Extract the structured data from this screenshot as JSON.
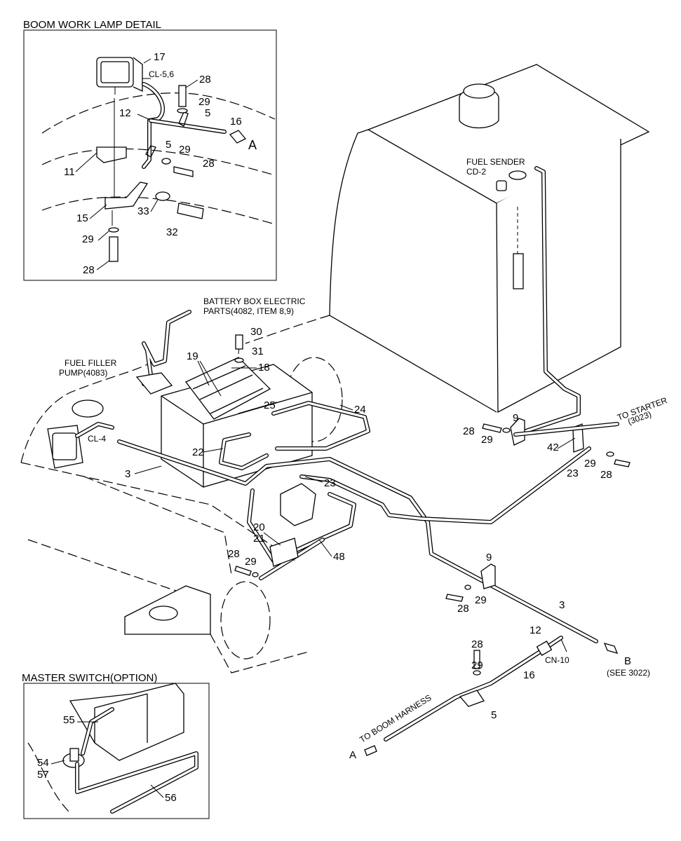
{
  "titles": {
    "boom_lamp": "BOOM WORK LAMP DETAIL",
    "master_switch": "MASTER SWITCH(OPTION)"
  },
  "notes": {
    "fuel_sender": "FUEL SENDER",
    "cd2": "CD-2",
    "battery_box_1": "BATTERY BOX ELECTRIC",
    "battery_box_2": "PARTS(4082, ITEM 8,9)",
    "fuel_filler_1": "FUEL FILLER",
    "fuel_filler_2": "PUMP(4083)",
    "cl4": "CL-4",
    "cl56": "CL-5,6",
    "to_starter_1": "TO STARTER",
    "to_starter_2": "(3023)",
    "cn10": "CN-10",
    "b": "B",
    "see_3022": "(SEE 3022)",
    "to_boom": "TO BOOM HARNESS",
    "a": "A"
  },
  "callouts": {
    "d17": "17",
    "d28a": "28",
    "d29a": "29",
    "d5a": "5",
    "d12": "12",
    "d16": "16",
    "d11": "11",
    "d5b": "5",
    "d29b": "29",
    "d28b": "28",
    "d15": "15",
    "d33": "33",
    "d32": "32",
    "d29c": "29",
    "d28c": "28",
    "m30": "30",
    "m31": "31",
    "m19": "19",
    "m18": "18",
    "m25": "25",
    "m24": "24",
    "m22": "22",
    "m3a": "3",
    "m23a": "23",
    "m20": "20",
    "m21": "21",
    "m48": "48",
    "m28a": "28",
    "m29a": "29",
    "m9a": "9",
    "m28b": "28",
    "m29b": "29",
    "m42": "42",
    "m23b": "23",
    "m29c": "29",
    "m28c": "28",
    "m9b": "9",
    "m29d": "29",
    "m28d": "28",
    "m3b": "3",
    "m12": "12",
    "m28e": "28",
    "m29e": "29",
    "m16": "16",
    "m5": "5",
    "s55": "55",
    "s54": "54",
    "s57": "57",
    "s56": "56"
  }
}
